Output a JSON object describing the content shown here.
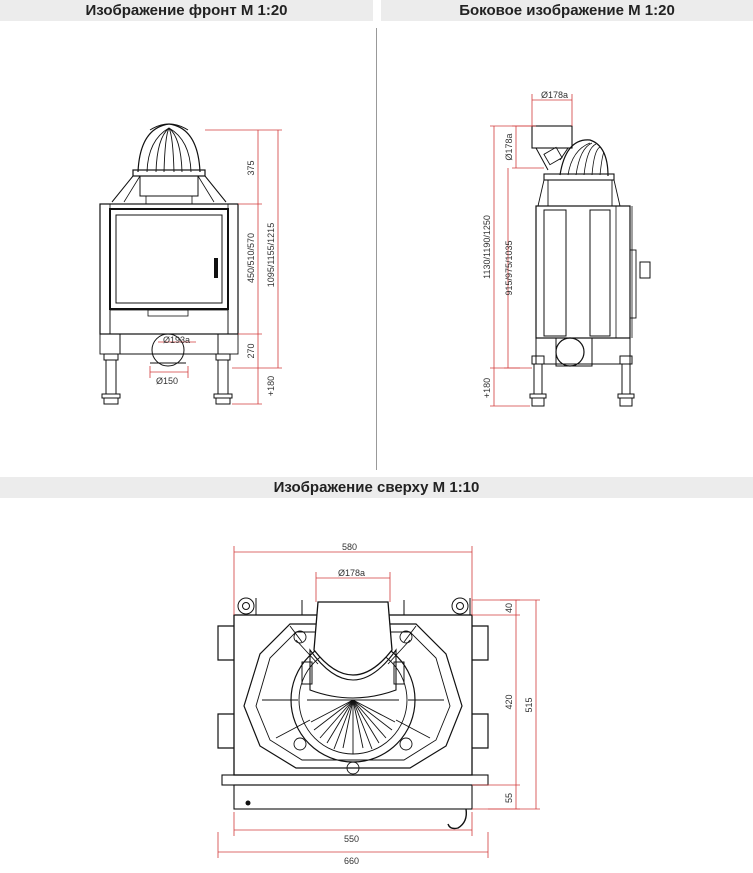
{
  "headers": {
    "front": "Изображение фронт М 1:20",
    "side": "Боковое изображение М 1:20",
    "top": "Изображение сверху М 1:10"
  },
  "front_dims": {
    "d375": "375",
    "d450": "450/510/570",
    "d1095": "1095/1155/1215",
    "d270": "270",
    "d180": "+180",
    "d193": "Ø193a",
    "d150": "Ø150"
  },
  "side_dims": {
    "d178top": "Ø178a",
    "d178v": "Ø178a",
    "d1130": "1130/1190/1250",
    "d915": "915/975/1035",
    "d180": "+180"
  },
  "top_dims": {
    "d580": "580",
    "d178": "Ø178a",
    "d40": "40",
    "d420": "420",
    "d515": "515",
    "d55": "55",
    "d550": "550",
    "d660": "660"
  },
  "colors": {
    "dimension": "#d23c3c",
    "outline": "#111111",
    "header_bg": "#ececec"
  }
}
